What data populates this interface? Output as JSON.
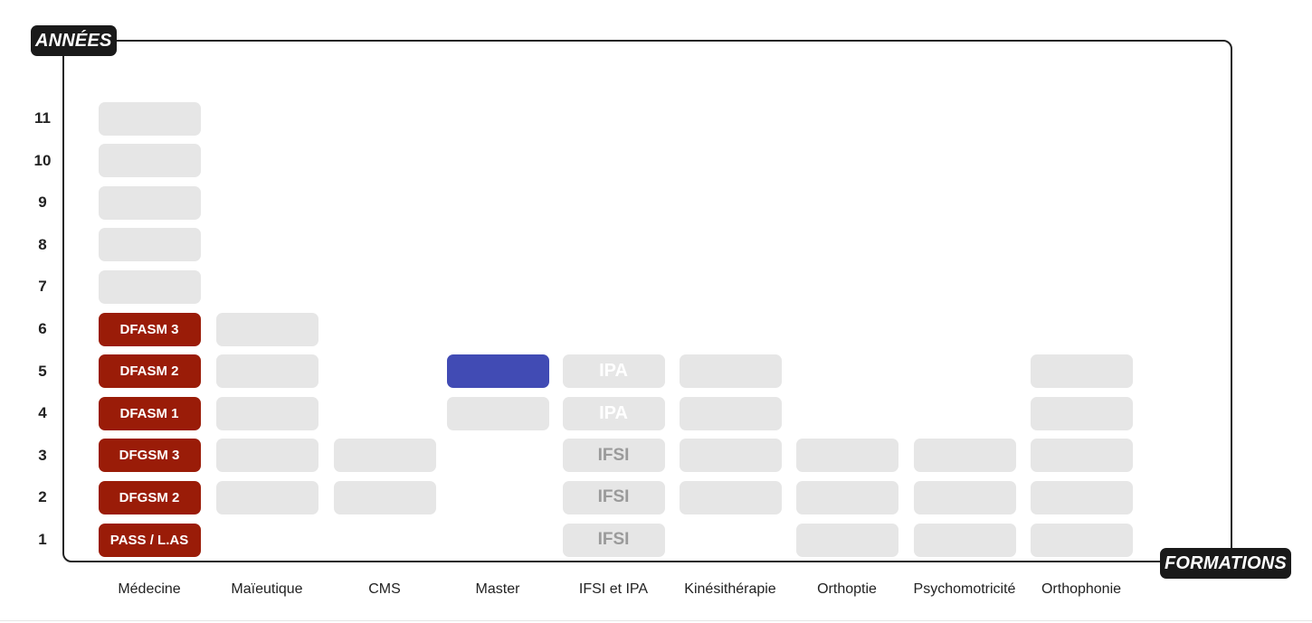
{
  "axes": {
    "y_label": "ANNÉES",
    "x_label": "FORMATIONS"
  },
  "years": [
    "1",
    "2",
    "3",
    "4",
    "5",
    "6",
    "7",
    "8",
    "9",
    "10",
    "11"
  ],
  "formations": [
    "Médecine",
    "Maïeutique",
    "CMS",
    "Master",
    "IFSI et IPA",
    "Kinésithérapie",
    "Orthoptie",
    "Psychomotricité",
    "Orthophonie"
  ],
  "colors": {
    "medecine": "#9a1c08",
    "master": "#414bb4",
    "empty": "#e6e6e6",
    "frame": "#222222"
  },
  "columns": [
    {
      "name": "Médecine",
      "cells": [
        {
          "year": 1,
          "label": "PASS / L.AS",
          "style": "red"
        },
        {
          "year": 2,
          "label": "DFGSM 2",
          "style": "red"
        },
        {
          "year": 3,
          "label": "DFGSM 3",
          "style": "red"
        },
        {
          "year": 4,
          "label": "DFASM 1",
          "style": "red"
        },
        {
          "year": 5,
          "label": "DFASM 2",
          "style": "red"
        },
        {
          "year": 6,
          "label": "DFASM 3",
          "style": "red"
        },
        {
          "year": 7,
          "label": "",
          "style": "grey"
        },
        {
          "year": 8,
          "label": "",
          "style": "grey"
        },
        {
          "year": 9,
          "label": "",
          "style": "grey"
        },
        {
          "year": 10,
          "label": "",
          "style": "grey"
        },
        {
          "year": 11,
          "label": "",
          "style": "grey"
        }
      ]
    },
    {
      "name": "Maïeutique",
      "cells": [
        {
          "year": 2,
          "label": "",
          "style": "grey"
        },
        {
          "year": 3,
          "label": "",
          "style": "grey"
        },
        {
          "year": 4,
          "label": "",
          "style": "grey"
        },
        {
          "year": 5,
          "label": "",
          "style": "grey"
        },
        {
          "year": 6,
          "label": "",
          "style": "grey"
        }
      ]
    },
    {
      "name": "CMS",
      "cells": [
        {
          "year": 2,
          "label": "",
          "style": "grey"
        },
        {
          "year": 3,
          "label": "",
          "style": "grey"
        }
      ]
    },
    {
      "name": "Master",
      "cells": [
        {
          "year": 4,
          "label": "",
          "style": "grey"
        },
        {
          "year": 5,
          "label": "",
          "style": "blue"
        }
      ]
    },
    {
      "name": "IFSI et IPA",
      "cells": [
        {
          "year": 1,
          "label": "IFSI",
          "style": "grey-text"
        },
        {
          "year": 2,
          "label": "IFSI",
          "style": "grey-text"
        },
        {
          "year": 3,
          "label": "IFSI",
          "style": "grey-text"
        },
        {
          "year": 4,
          "label": "IPA",
          "style": "white-text"
        },
        {
          "year": 5,
          "label": "IPA",
          "style": "white-text"
        }
      ]
    },
    {
      "name": "Kinésithérapie",
      "cells": [
        {
          "year": 2,
          "label": "",
          "style": "grey"
        },
        {
          "year": 3,
          "label": "",
          "style": "grey"
        },
        {
          "year": 4,
          "label": "",
          "style": "grey"
        },
        {
          "year": 5,
          "label": "",
          "style": "grey"
        }
      ]
    },
    {
      "name": "Orthoptie",
      "cells": [
        {
          "year": 1,
          "label": "",
          "style": "grey"
        },
        {
          "year": 2,
          "label": "",
          "style": "grey"
        },
        {
          "year": 3,
          "label": "",
          "style": "grey"
        }
      ]
    },
    {
      "name": "Psychomotricité",
      "cells": [
        {
          "year": 1,
          "label": "",
          "style": "grey"
        },
        {
          "year": 2,
          "label": "",
          "style": "grey"
        },
        {
          "year": 3,
          "label": "",
          "style": "grey"
        }
      ]
    },
    {
      "name": "Orthophonie",
      "cells": [
        {
          "year": 1,
          "label": "",
          "style": "grey"
        },
        {
          "year": 2,
          "label": "",
          "style": "grey"
        },
        {
          "year": 3,
          "label": "",
          "style": "grey"
        },
        {
          "year": 4,
          "label": "",
          "style": "grey"
        },
        {
          "year": 5,
          "label": "",
          "style": "grey"
        }
      ]
    }
  ]
}
